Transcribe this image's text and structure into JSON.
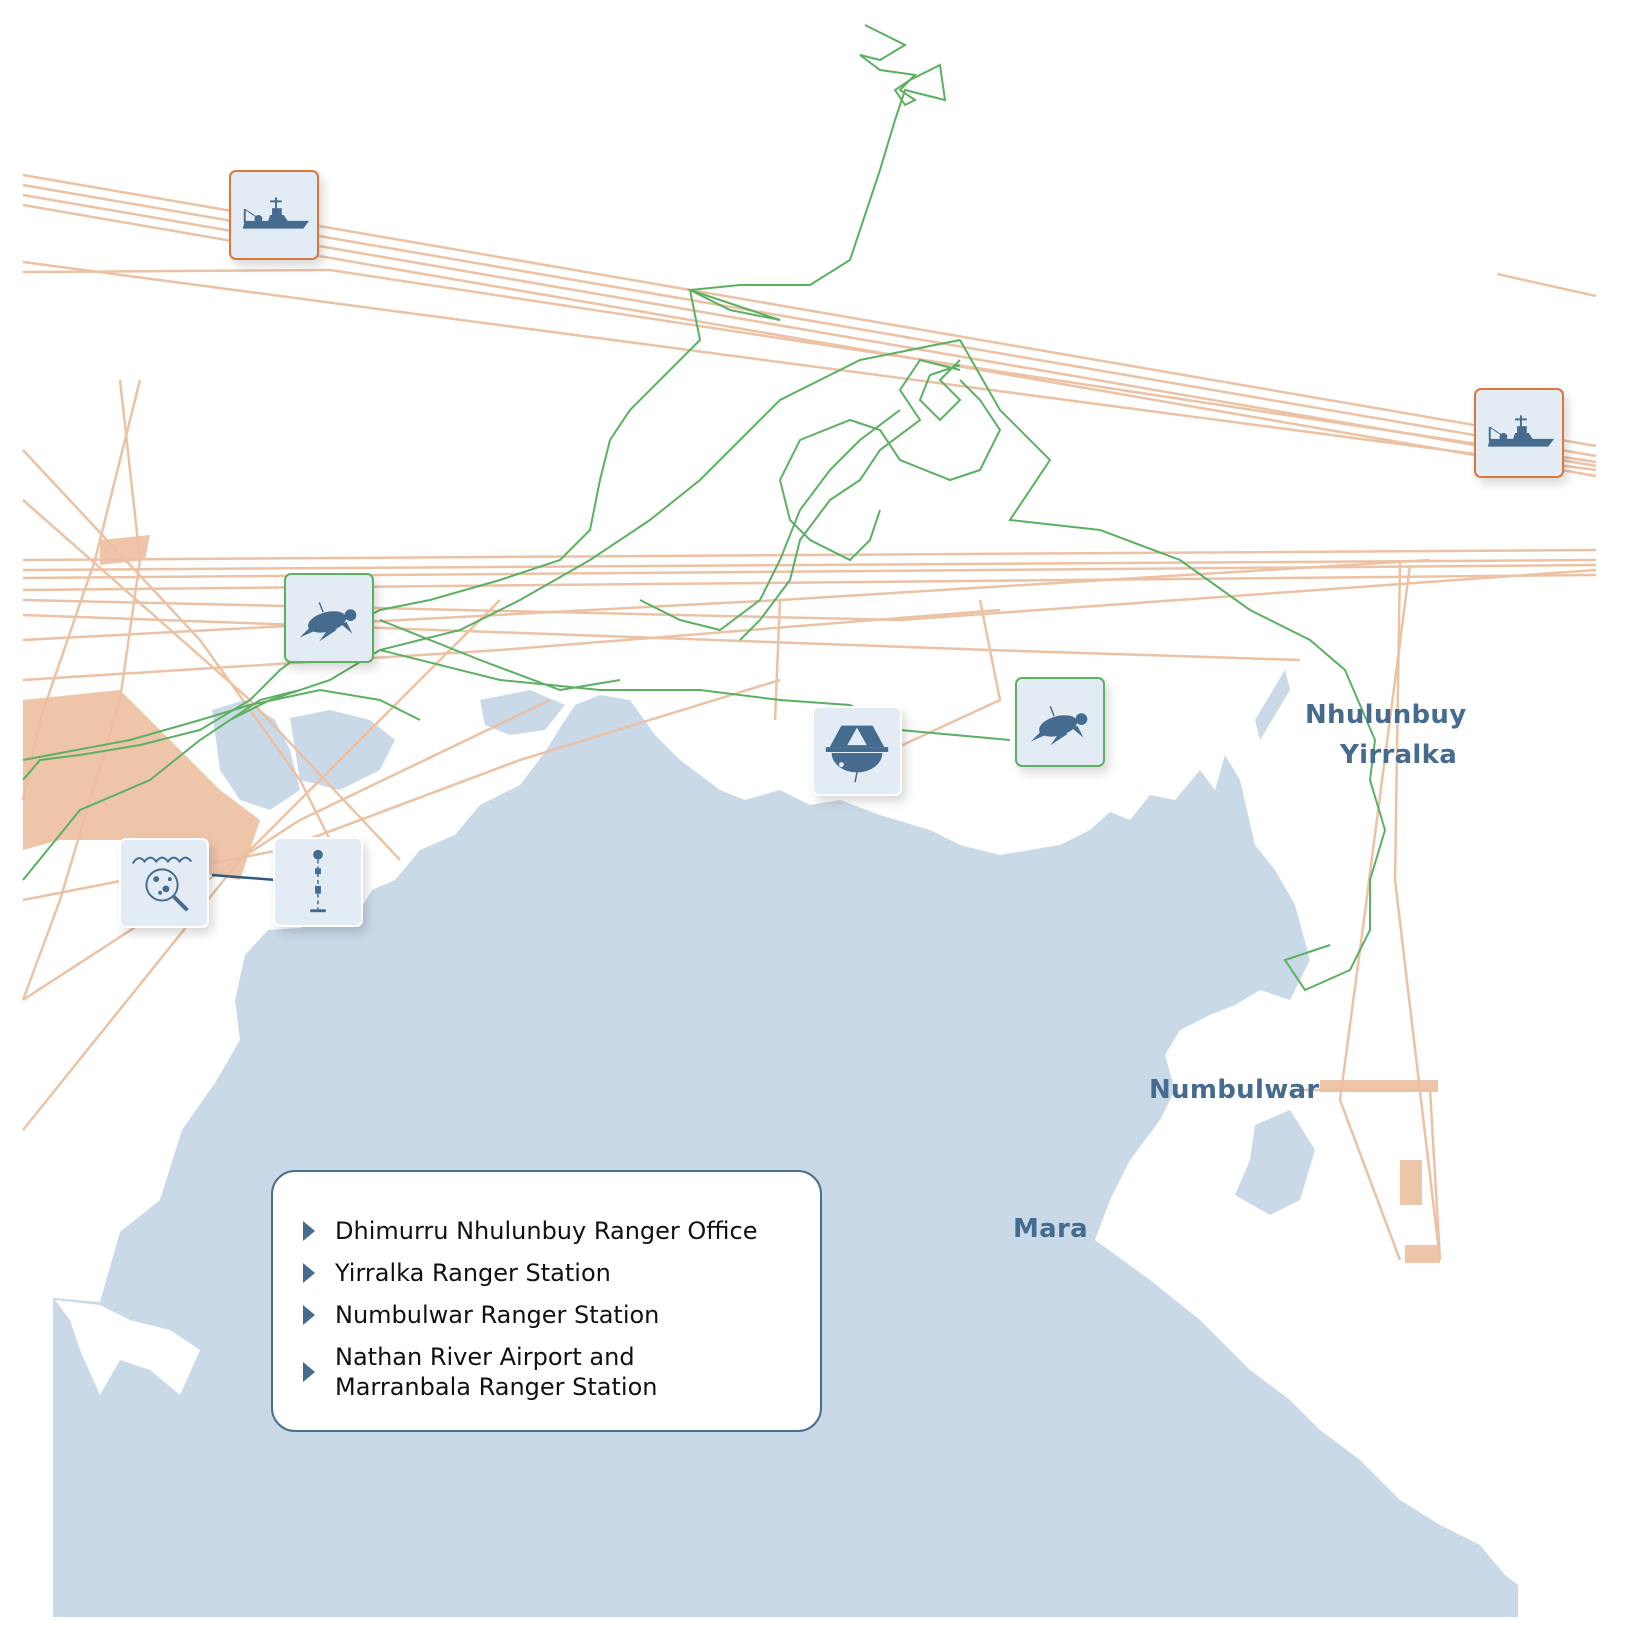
{
  "map": {
    "colors": {
      "land": "#c9d9e8",
      "vessel_tracks": "#ecbfa0",
      "turtle_tracks": "#5cb062",
      "vessel_marker_border": "#d9773e",
      "turtle_marker_border": "#5cb062",
      "icon": "#456c8f",
      "label": "#456c8f"
    },
    "place_labels": [
      {
        "name": "Nhulunbuy"
      },
      {
        "name": "Yirralka"
      },
      {
        "name": "Numbulwar"
      },
      {
        "name": "Mara"
      }
    ],
    "markers": [
      {
        "type": "vessel",
        "icon": "research-vessel-icon"
      },
      {
        "type": "vessel",
        "icon": "research-vessel-icon"
      },
      {
        "type": "turtle",
        "icon": "turtle-icon"
      },
      {
        "type": "turtle",
        "icon": "turtle-icon"
      },
      {
        "type": "buoy",
        "icon": "wave-buoy-icon"
      },
      {
        "type": "microplastics",
        "icon": "microplastic-sampling-icon"
      },
      {
        "type": "mooring",
        "icon": "mooring-line-icon"
      }
    ]
  },
  "legend": {
    "items": [
      {
        "label": "Dhimurru Nhulunbuy Ranger Office"
      },
      {
        "label": "Yirralka Ranger Station"
      },
      {
        "label": "Numbulwar Ranger Station"
      },
      {
        "label": "Nathan River Airport and\nMarranbala Ranger Station"
      }
    ]
  }
}
